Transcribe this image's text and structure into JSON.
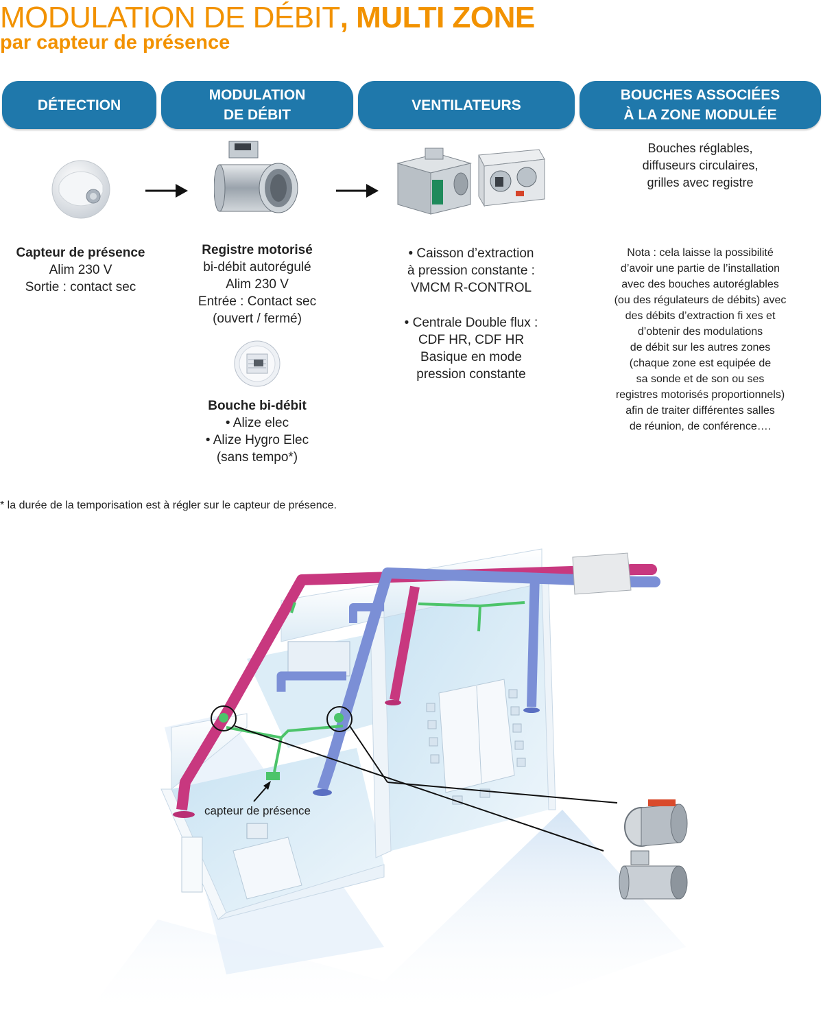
{
  "title": {
    "part1": "MODULATION DE DÉBIT",
    "part2": ", MULTI ZONE",
    "subtitle": "par capteur de présence"
  },
  "headers": [
    {
      "line1": "DÉTECTION",
      "line2": ""
    },
    {
      "line1": "MODULATION",
      "line2": "DE DÉBIT"
    },
    {
      "line1": "VENTILATEURS",
      "line2": ""
    },
    {
      "line1": "BOUCHES ASSOCIÉES",
      "line2": "À LA ZONE MODULÉE"
    }
  ],
  "detection": {
    "name": "Capteur de présence",
    "lines": [
      "Alim 230 V",
      "Sortie : contact sec"
    ]
  },
  "modulation": {
    "name": "Registre motorisé",
    "lines": [
      "bi-débit autorégulé",
      "Alim 230 V",
      "Entrée : Contact sec",
      "(ouvert / fermé)"
    ],
    "bouche_name": "Bouche bi-débit",
    "bouche_lines": [
      "• Alize elec",
      "• Alize Hygro Elec",
      "(sans tempo*)"
    ]
  },
  "ventilateurs": {
    "item1": [
      "• Caisson d’extraction",
      "à pression constante :",
      "VMCM R-CONTROL"
    ],
    "item2": [
      "•  Centrale Double flux :",
      "CDF HR, CDF HR",
      "Basique en mode",
      "pression constante"
    ]
  },
  "bouches": {
    "lines": [
      "Bouches réglables,",
      "diffuseurs circulaires,",
      "grilles avec registre"
    ],
    "nota": [
      "Nota : cela laisse la possibilité",
      "d’avoir une partie de l’installation",
      "avec des bouches autoréglables",
      "(ou des régulateurs de débits) avec",
      "des débits d’extraction fi xes et",
      "d’obtenir des modulations",
      "de débit sur les autres zones",
      "(chaque zone est equipée de",
      "sa sonde et de son ou ses",
      "registres motorisés proportionnels)",
      "afin de traiter différentes salles",
      "de réunion, de conférence…."
    ]
  },
  "footnote": "*  la durée de la temporisation est à régler sur le capteur de présence.",
  "diagram": {
    "callout": "capteur de présence"
  },
  "colors": {
    "orange": "#f29200",
    "blue_header": "#1f78ab",
    "duct_pink": "#c8387f",
    "duct_blue": "#7b8fd6",
    "duct_green": "#4cc46a"
  }
}
